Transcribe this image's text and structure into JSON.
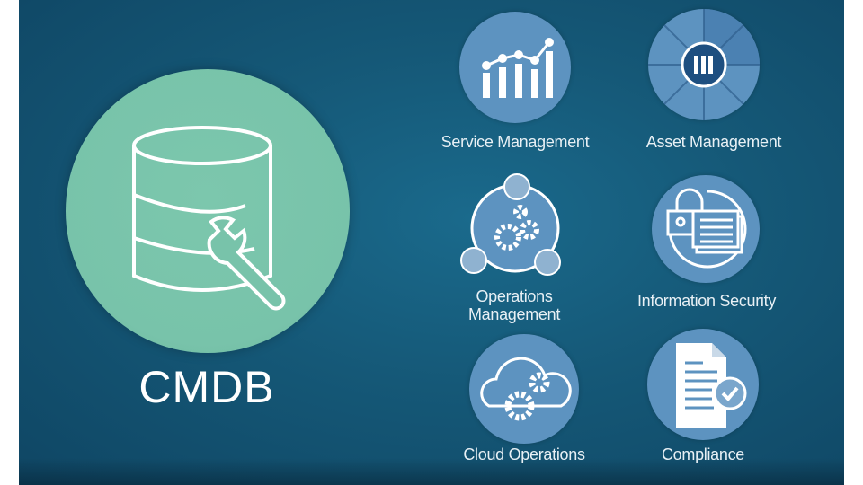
{
  "main": {
    "title": "CMDB",
    "items": [
      {
        "label": "Service Management",
        "icon": "bar-chart-trend-icon"
      },
      {
        "label": "Asset Management",
        "icon": "asset-wheel-icon"
      },
      {
        "label": "Operations\nManagement",
        "label_line1": "Operations",
        "label_line2": "Management",
        "icon": "gears-cycle-icon"
      },
      {
        "label": "Information Security",
        "icon": "lock-document-icon"
      },
      {
        "label": "Cloud Operations",
        "icon": "cloud-gears-icon"
      },
      {
        "label": "Compliance",
        "icon": "document-check-icon"
      }
    ]
  },
  "colors": {
    "background": "#155877",
    "cmdb_circle": "#7cc7ad",
    "item_circle": "#5d93c0",
    "text": "#ffffff"
  }
}
